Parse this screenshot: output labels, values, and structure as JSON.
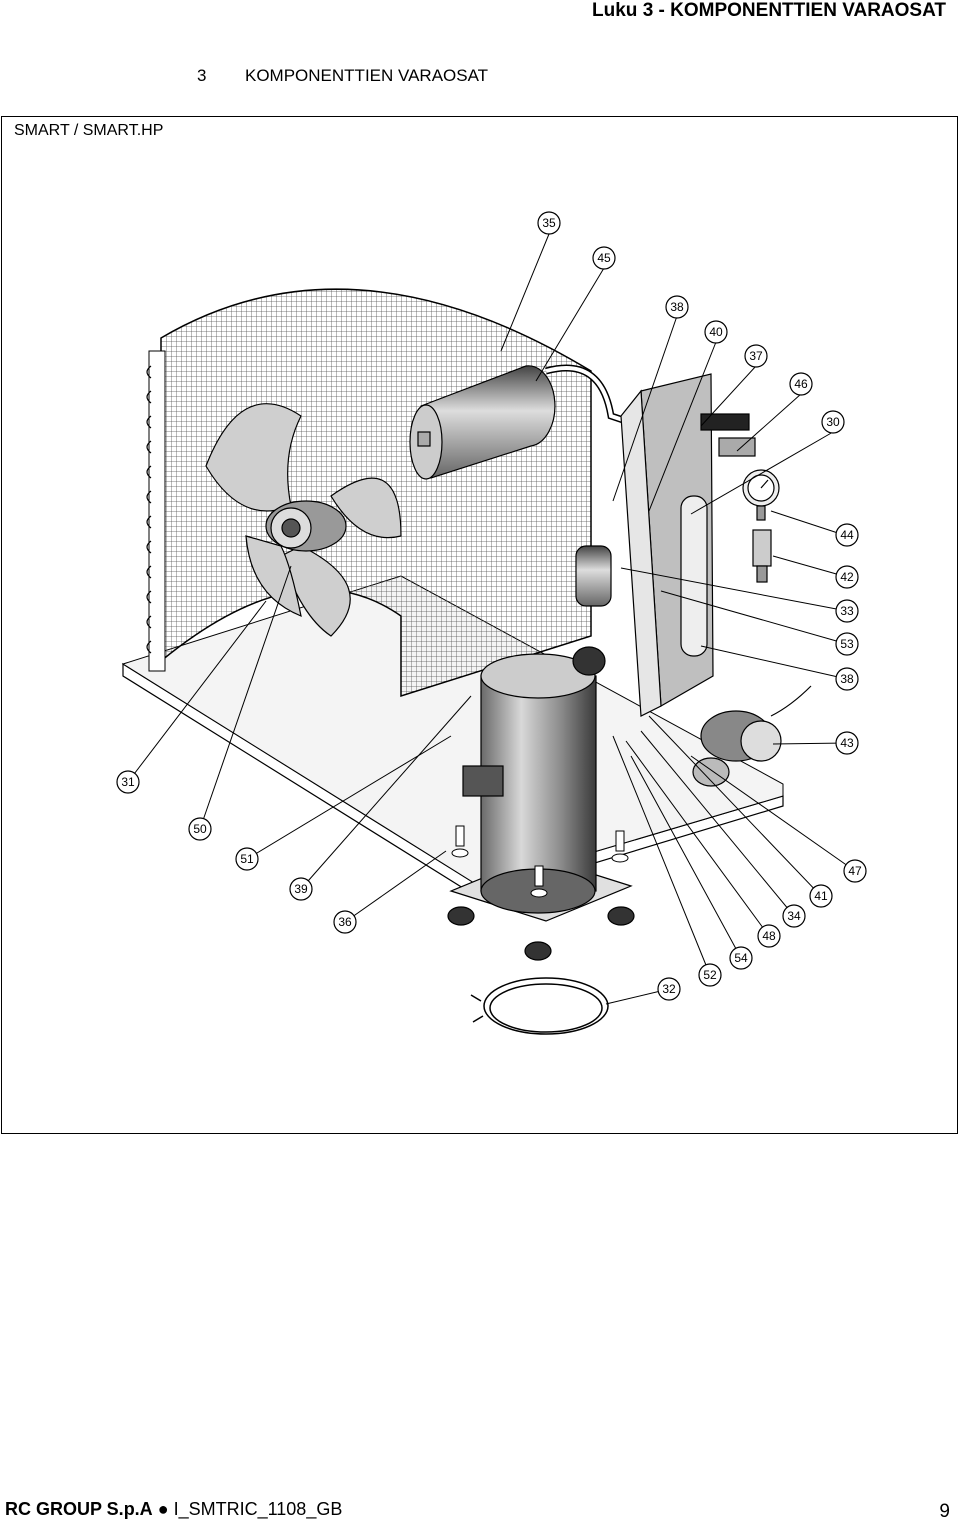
{
  "header": {
    "chapter": "Luku 3  -  KOMPONENTTIEN VARAOSAT"
  },
  "section": {
    "number": "3",
    "title": "KOMPONENTTIEN VARAOSAT"
  },
  "figure": {
    "model": "SMART / SMART.HP",
    "callouts": [
      "35",
      "45",
      "38",
      "40",
      "37",
      "46",
      "30",
      "44",
      "42",
      "33",
      "53",
      "38",
      "43",
      "47",
      "41",
      "34",
      "48",
      "54",
      "52",
      "32",
      "36",
      "39",
      "51",
      "50",
      "31"
    ]
  },
  "footer": {
    "company": "RC GROUP S.p.A",
    "bullet": "●",
    "doc_code": "I_SMTRIC_1108_GB",
    "page": "9"
  }
}
